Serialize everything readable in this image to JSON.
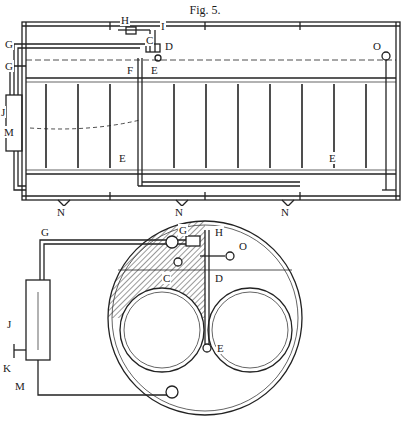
{
  "diagram": {
    "title": "Fig. 5.",
    "labels": [
      "G",
      "G",
      "H",
      "I",
      "C",
      "D",
      "E",
      "F",
      "J",
      "M",
      "O",
      "N",
      "N",
      "N",
      "E",
      "E",
      "G",
      "G",
      "H",
      "O",
      "C",
      "D",
      "J",
      "K",
      "M",
      "E"
    ]
  }
}
